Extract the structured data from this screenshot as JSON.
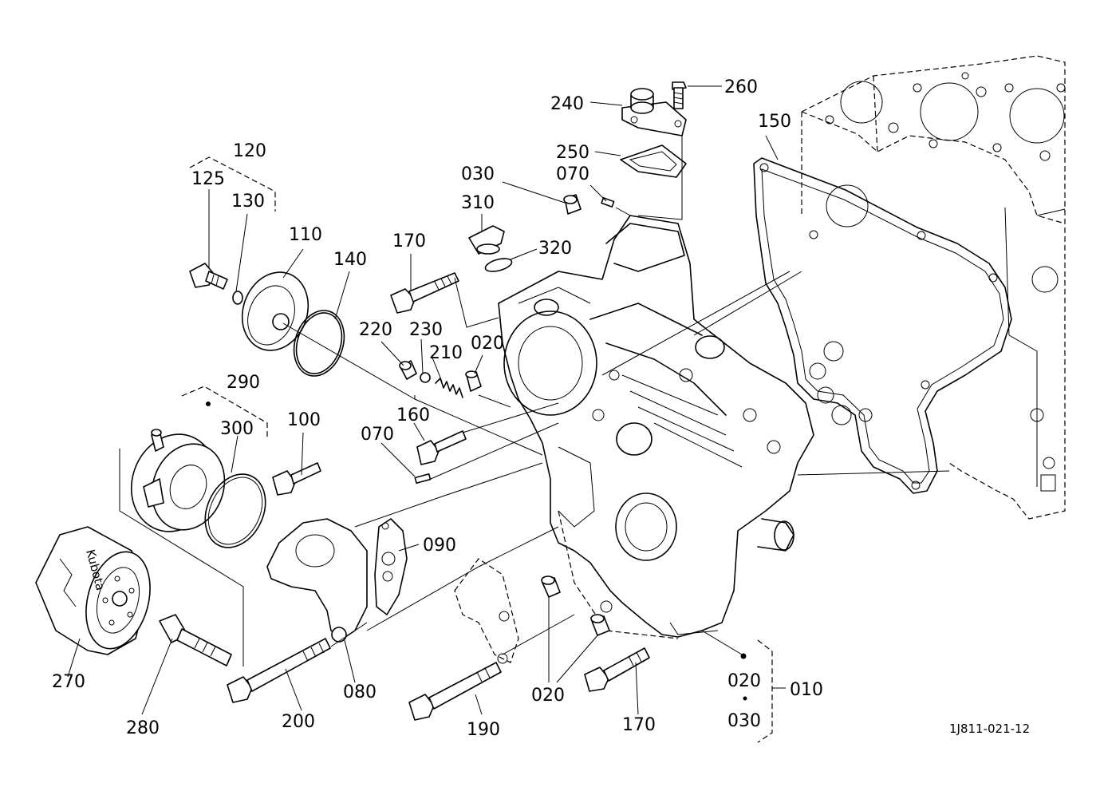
{
  "drawing_reference": "1J811-021-12",
  "callouts": {
    "c240": "240",
    "c260": "260",
    "c150": "150",
    "c120": "120",
    "c125": "125",
    "c130": "130",
    "c110": "110",
    "c140": "140",
    "c250": "250",
    "c030a": "030",
    "c070a": "070",
    "c310": "310",
    "c320": "320",
    "c170a": "170",
    "c220": "220",
    "c230": "230",
    "c210": "210",
    "c020a": "020",
    "c290": "290",
    "c300": "300",
    "c100": "100",
    "c160": "160",
    "c070b": "070",
    "c090": "090",
    "c270": "270",
    "c280": "280",
    "c200": "200",
    "c080": "080",
    "c190": "190",
    "c020b": "020",
    "c170b": "170",
    "c020c": "020",
    "c030b": "030",
    "c010": "010",
    "filter_brand": "Kubota"
  }
}
